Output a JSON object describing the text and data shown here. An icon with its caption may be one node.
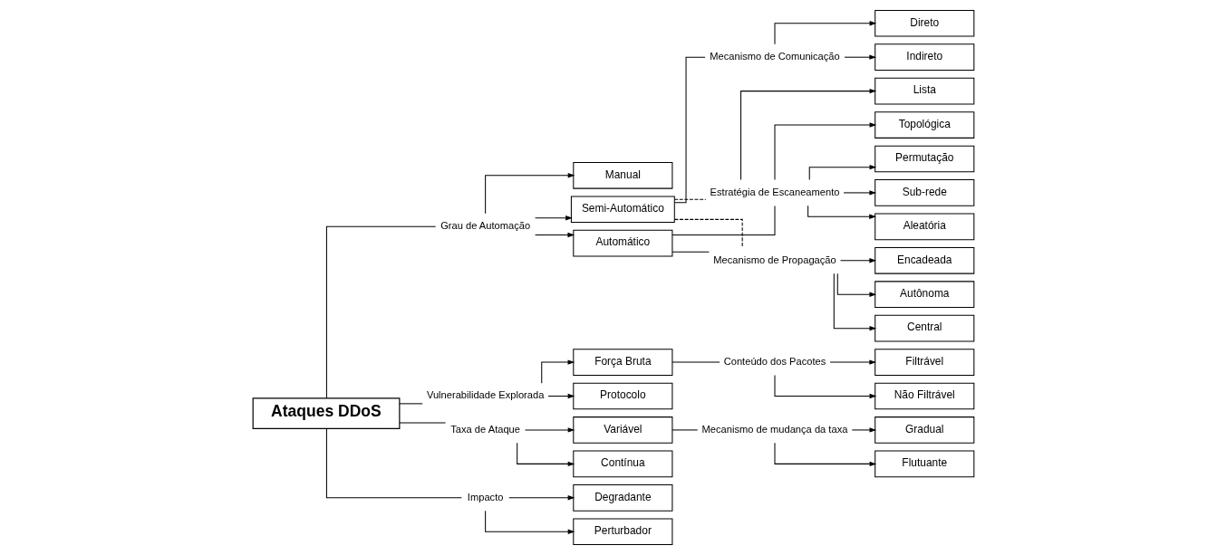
{
  "diagram": {
    "nodes": [
      {
        "text": [
          "Ataques DDoS"
        ]
      },
      {
        "text": [
          "Grau de Automação"
        ]
      },
      {
        "text": [
          "Manual"
        ]
      },
      {
        "text": [
          "Semi-Automático"
        ]
      },
      {
        "text": [
          "Automático"
        ]
      },
      {
        "text": [
          "Mecanismo de Comunicação"
        ]
      },
      {
        "text": [
          "Direto"
        ]
      },
      {
        "text": [
          "Indireto"
        ]
      },
      {
        "text": [
          "Mecanismo de Propagação"
        ]
      },
      {
        "text": [
          "Central"
        ]
      },
      {
        "text": [
          "Encadeada"
        ]
      },
      {
        "text": [
          "Autônoma"
        ]
      },
      {
        "text": [
          "Estratégia de Escaneamento"
        ]
      },
      {
        "text": [
          "Aleatória"
        ]
      },
      {
        "text": [
          "Lista"
        ]
      },
      {
        "text": [
          "Topológica"
        ]
      },
      {
        "text": [
          "Permutação"
        ]
      },
      {
        "text": [
          "Sub-rede"
        ]
      },
      {
        "text": [
          "Vulnerabilidade Explorada"
        ]
      },
      {
        "text": [
          "Protocolo"
        ]
      },
      {
        "text": [
          "Força Bruta"
        ]
      },
      {
        "text": [
          "Conteúdo dos Pacotes"
        ]
      },
      {
        "text": [
          "Filtrável"
        ]
      },
      {
        "text": [
          "Não Filtrável"
        ]
      },
      {
        "text": [
          "Taxa de Ataque"
        ]
      },
      {
        "text": [
          "Contínua"
        ]
      },
      {
        "text": [
          "Variável"
        ]
      },
      {
        "text": [
          "Mecanismo de mudança da taxa"
        ]
      },
      {
        "text": [
          "Gradual"
        ]
      },
      {
        "text": [
          "Flutuante"
        ]
      },
      {
        "text": [
          "Impacto"
        ]
      },
      {
        "text": [
          "Perturbador"
        ]
      },
      {
        "text": [
          "Degradante"
        ]
      }
    ],
    "edges": [
      {
        "from": 0,
        "to": 1,
        "arrow": "none"
      },
      {
        "from": 1,
        "to": 2,
        "arrow": "to"
      },
      {
        "from": 1,
        "to": 3,
        "arrow": "to"
      },
      {
        "from": 1,
        "to": 4,
        "arrow": "to"
      },
      {
        "from": 3,
        "to": 5,
        "arrow": "none"
      },
      {
        "from": 5,
        "to": 6,
        "arrow": "to"
      },
      {
        "from": 5,
        "to": 7,
        "arrow": "to"
      },
      {
        "from": 3,
        "to": 8,
        "arrow": "none",
        "style": "dashed"
      },
      {
        "from": 4,
        "to": 8,
        "arrow": "none"
      },
      {
        "from": 8,
        "to": 9,
        "arrow": "to"
      },
      {
        "from": 8,
        "to": 10,
        "arrow": "to"
      },
      {
        "from": 8,
        "to": 11,
        "arrow": "to"
      },
      {
        "from": 3,
        "to": 12,
        "arrow": "none",
        "style": "dashed"
      },
      {
        "from": 4,
        "to": 12,
        "arrow": "none"
      },
      {
        "from": 12,
        "to": 13,
        "arrow": "to"
      },
      {
        "from": 12,
        "to": 14,
        "arrow": "to"
      },
      {
        "from": 12,
        "to": 15,
        "arrow": "to"
      },
      {
        "from": 12,
        "to": 16,
        "arrow": "to"
      },
      {
        "from": 12,
        "to": 17,
        "arrow": "to"
      },
      {
        "from": 0,
        "to": 18,
        "arrow": "none"
      },
      {
        "from": 18,
        "to": 19,
        "arrow": "to"
      },
      {
        "from": 18,
        "to": 20,
        "arrow": "to"
      },
      {
        "from": 20,
        "to": 21,
        "arrow": "none"
      },
      {
        "from": 21,
        "to": 22,
        "arrow": "to"
      },
      {
        "from": 21,
        "to": 23,
        "arrow": "to"
      },
      {
        "from": 0,
        "to": 24,
        "arrow": "none"
      },
      {
        "from": 24,
        "to": 25,
        "arrow": "to"
      },
      {
        "from": 24,
        "to": 26,
        "arrow": "to"
      },
      {
        "from": 26,
        "to": 27,
        "arrow": "none"
      },
      {
        "from": 27,
        "to": 28,
        "arrow": "to"
      },
      {
        "from": 27,
        "to": 29,
        "arrow": "to"
      },
      {
        "from": 0,
        "to": 30,
        "arrow": "none"
      },
      {
        "from": 30,
        "to": 31,
        "arrow": "to"
      },
      {
        "from": 30,
        "to": 32,
        "arrow": "to"
      }
    ]
  }
}
